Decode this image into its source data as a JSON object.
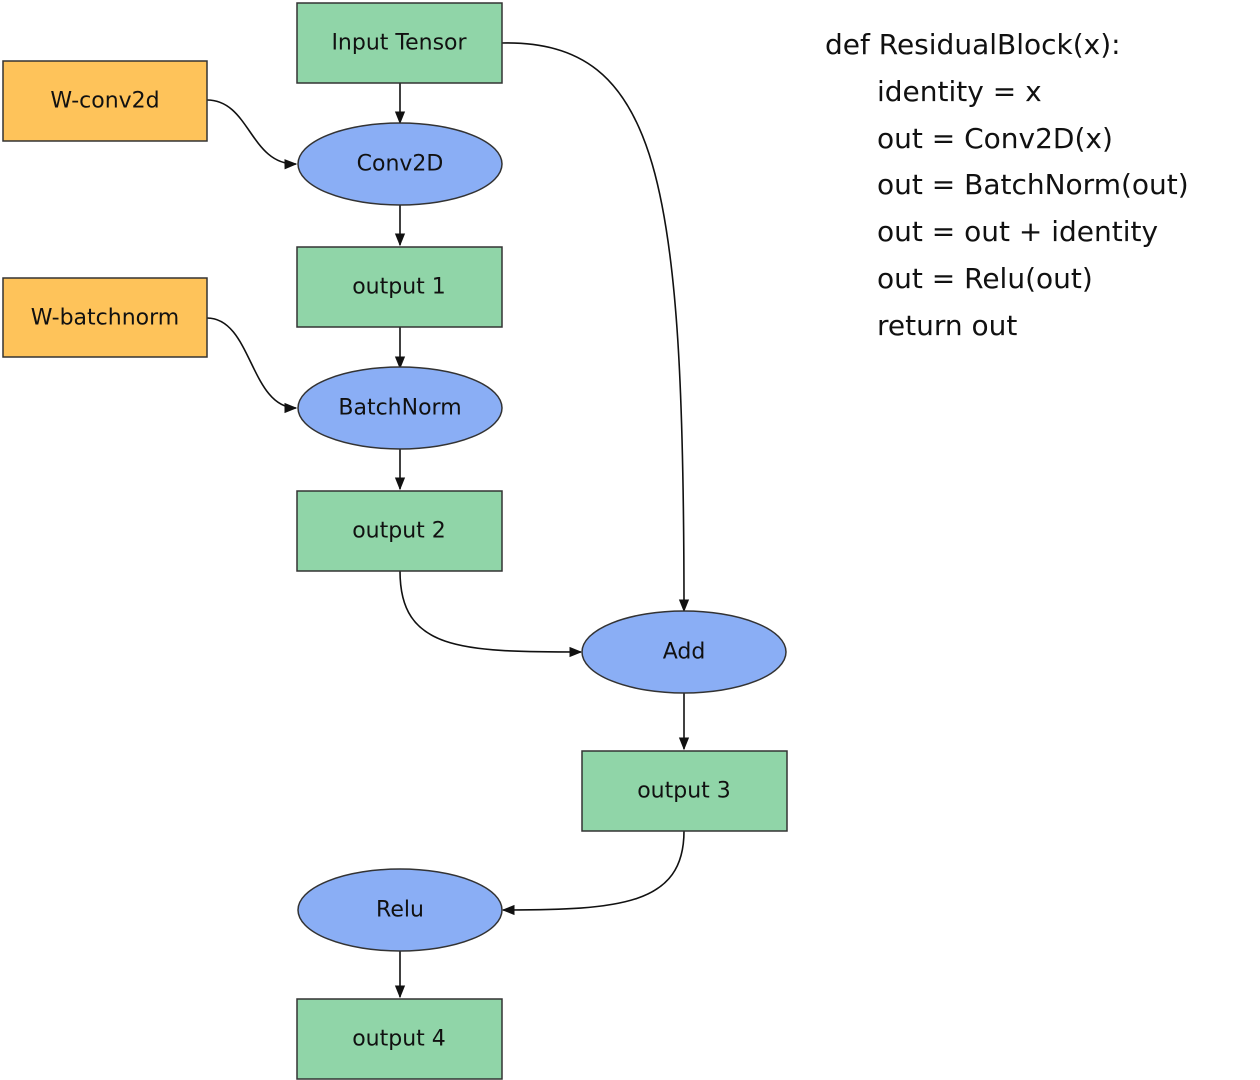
{
  "colors": {
    "tensor_fill": "#90d5a8",
    "op_fill": "#8aaef5",
    "weight_fill": "#fec35a",
    "stroke": "#333333",
    "edge": "#111111"
  },
  "nodes": {
    "input_tensor": "Input Tensor",
    "w_conv2d": "W-conv2d",
    "conv2d": "Conv2D",
    "output_1": "output 1",
    "w_batchnorm": "W-batchnorm",
    "batchnorm": "BatchNorm",
    "output_2": "output 2",
    "add": "Add",
    "output_3": "output 3",
    "relu": "Relu",
    "output_4": "output 4"
  },
  "code": {
    "signature": "def ResidualBlock(x):",
    "lines": [
      "identity = x",
      "out = Conv2D(x)",
      "out = BatchNorm(out)",
      "out = out + identity",
      "out = Relu(out)",
      "return out"
    ]
  }
}
